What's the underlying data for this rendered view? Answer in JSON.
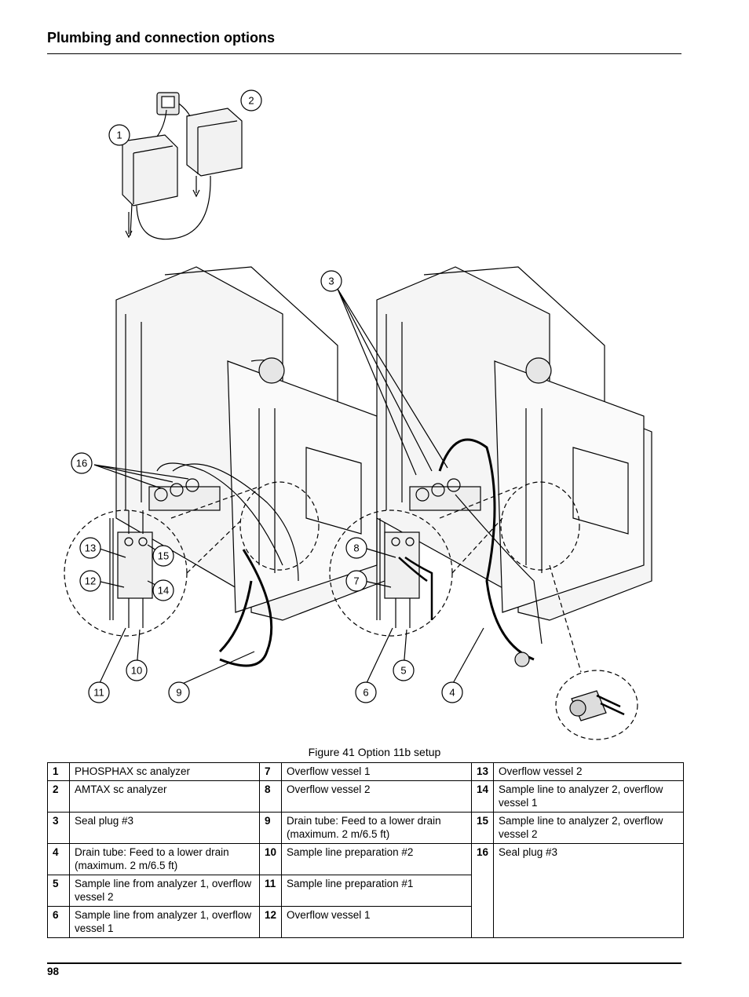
{
  "header": {
    "title": "Plumbing and connection options"
  },
  "figure": {
    "caption": "Figure 41 Option 11b setup",
    "callouts": [
      "1",
      "2",
      "3",
      "16",
      "13",
      "12",
      "15",
      "14",
      "8",
      "7",
      "11",
      "10",
      "9",
      "6",
      "5",
      "4"
    ]
  },
  "legend": {
    "rows": [
      [
        {
          "num": "1",
          "text": "PHOSPHAX sc analyzer"
        },
        {
          "num": "7",
          "text": "Overflow vessel 1"
        },
        {
          "num": "13",
          "text": "Overflow vessel 2"
        }
      ],
      [
        {
          "num": "2",
          "text": "AMTAX sc analyzer"
        },
        {
          "num": "8",
          "text": "Overflow vessel 2"
        },
        {
          "num": "14",
          "text": "Sample line to analyzer 2, overflow vessel 1"
        }
      ],
      [
        {
          "num": "3",
          "text": "Seal plug #3"
        },
        {
          "num": "9",
          "text": "Drain tube: Feed to a lower drain (maximum. 2 m/6.5 ft)"
        },
        {
          "num": "15",
          "text": "Sample line to analyzer 2, overflow vessel 2"
        }
      ],
      [
        {
          "num": "4",
          "text": "Drain tube: Feed to a lower drain (maximum. 2 m/6.5 ft)"
        },
        {
          "num": "10",
          "text": "Sample line preparation #2"
        },
        {
          "num": "16",
          "text": "Seal plug #3"
        }
      ],
      [
        {
          "num": "5",
          "text": "Sample line from analyzer 1, overflow vessel 2"
        },
        {
          "num": "11",
          "text": "Sample line preparation #1"
        }
      ],
      [
        {
          "num": "6",
          "text": "Sample line from analyzer 1, overflow vessel 1"
        },
        {
          "num": "12",
          "text": "Overflow vessel 1"
        }
      ]
    ]
  },
  "footer": {
    "page_number": "98"
  }
}
